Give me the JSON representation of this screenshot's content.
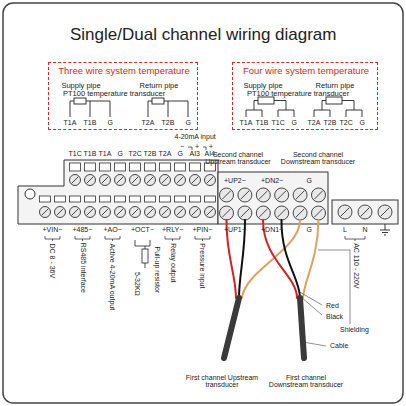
{
  "diagram": {
    "title": "Single/Dual channel wiring diagram",
    "nodes": [
      {
        "text": [
          "Three wire system temperature",
          "Supply pipe",
          "Return pipe",
          "PT100 temperature transducer"
        ]
      },
      {
        "text": [
          "Four wire system temperature",
          "Supply pipe",
          "Return pipe",
          "PT100 temperature transducer"
        ]
      }
    ],
    "labels": [
      "T1A",
      "T1B",
      "G",
      "T2A",
      "T2B",
      "G",
      "T1A",
      "T1B",
      "T1C",
      "G",
      "T2A",
      "T2B",
      "T2C",
      "G",
      "Second channel Upstream transducer",
      "Second channel Downstream transducer",
      "4-20mA input",
      "−",
      "+",
      "+",
      "T1C",
      "T1B",
      "T1A",
      "G",
      "T2C",
      "T2B",
      "T2A",
      "G",
      "AI3",
      "AI4",
      "+UP2−",
      "+DN2−",
      "G",
      "+VIN−",
      "+485−",
      "+AO−",
      "+OCT−",
      "+RLY−",
      "+PIN−",
      "+UP1−",
      "+DN1−",
      "G",
      "L",
      "N",
      "DC 8 - 36V",
      "RS485 interface",
      "Active 4-20mA output",
      "5-32KΩ",
      "Pull-up resistor",
      "Relay output",
      "Pressure input",
      "AC 110 - 220V",
      "Red",
      "Black",
      "Shielding",
      "Cable",
      "First channel Upstream transducer",
      "First channel Downstream transducer"
    ]
  }
}
